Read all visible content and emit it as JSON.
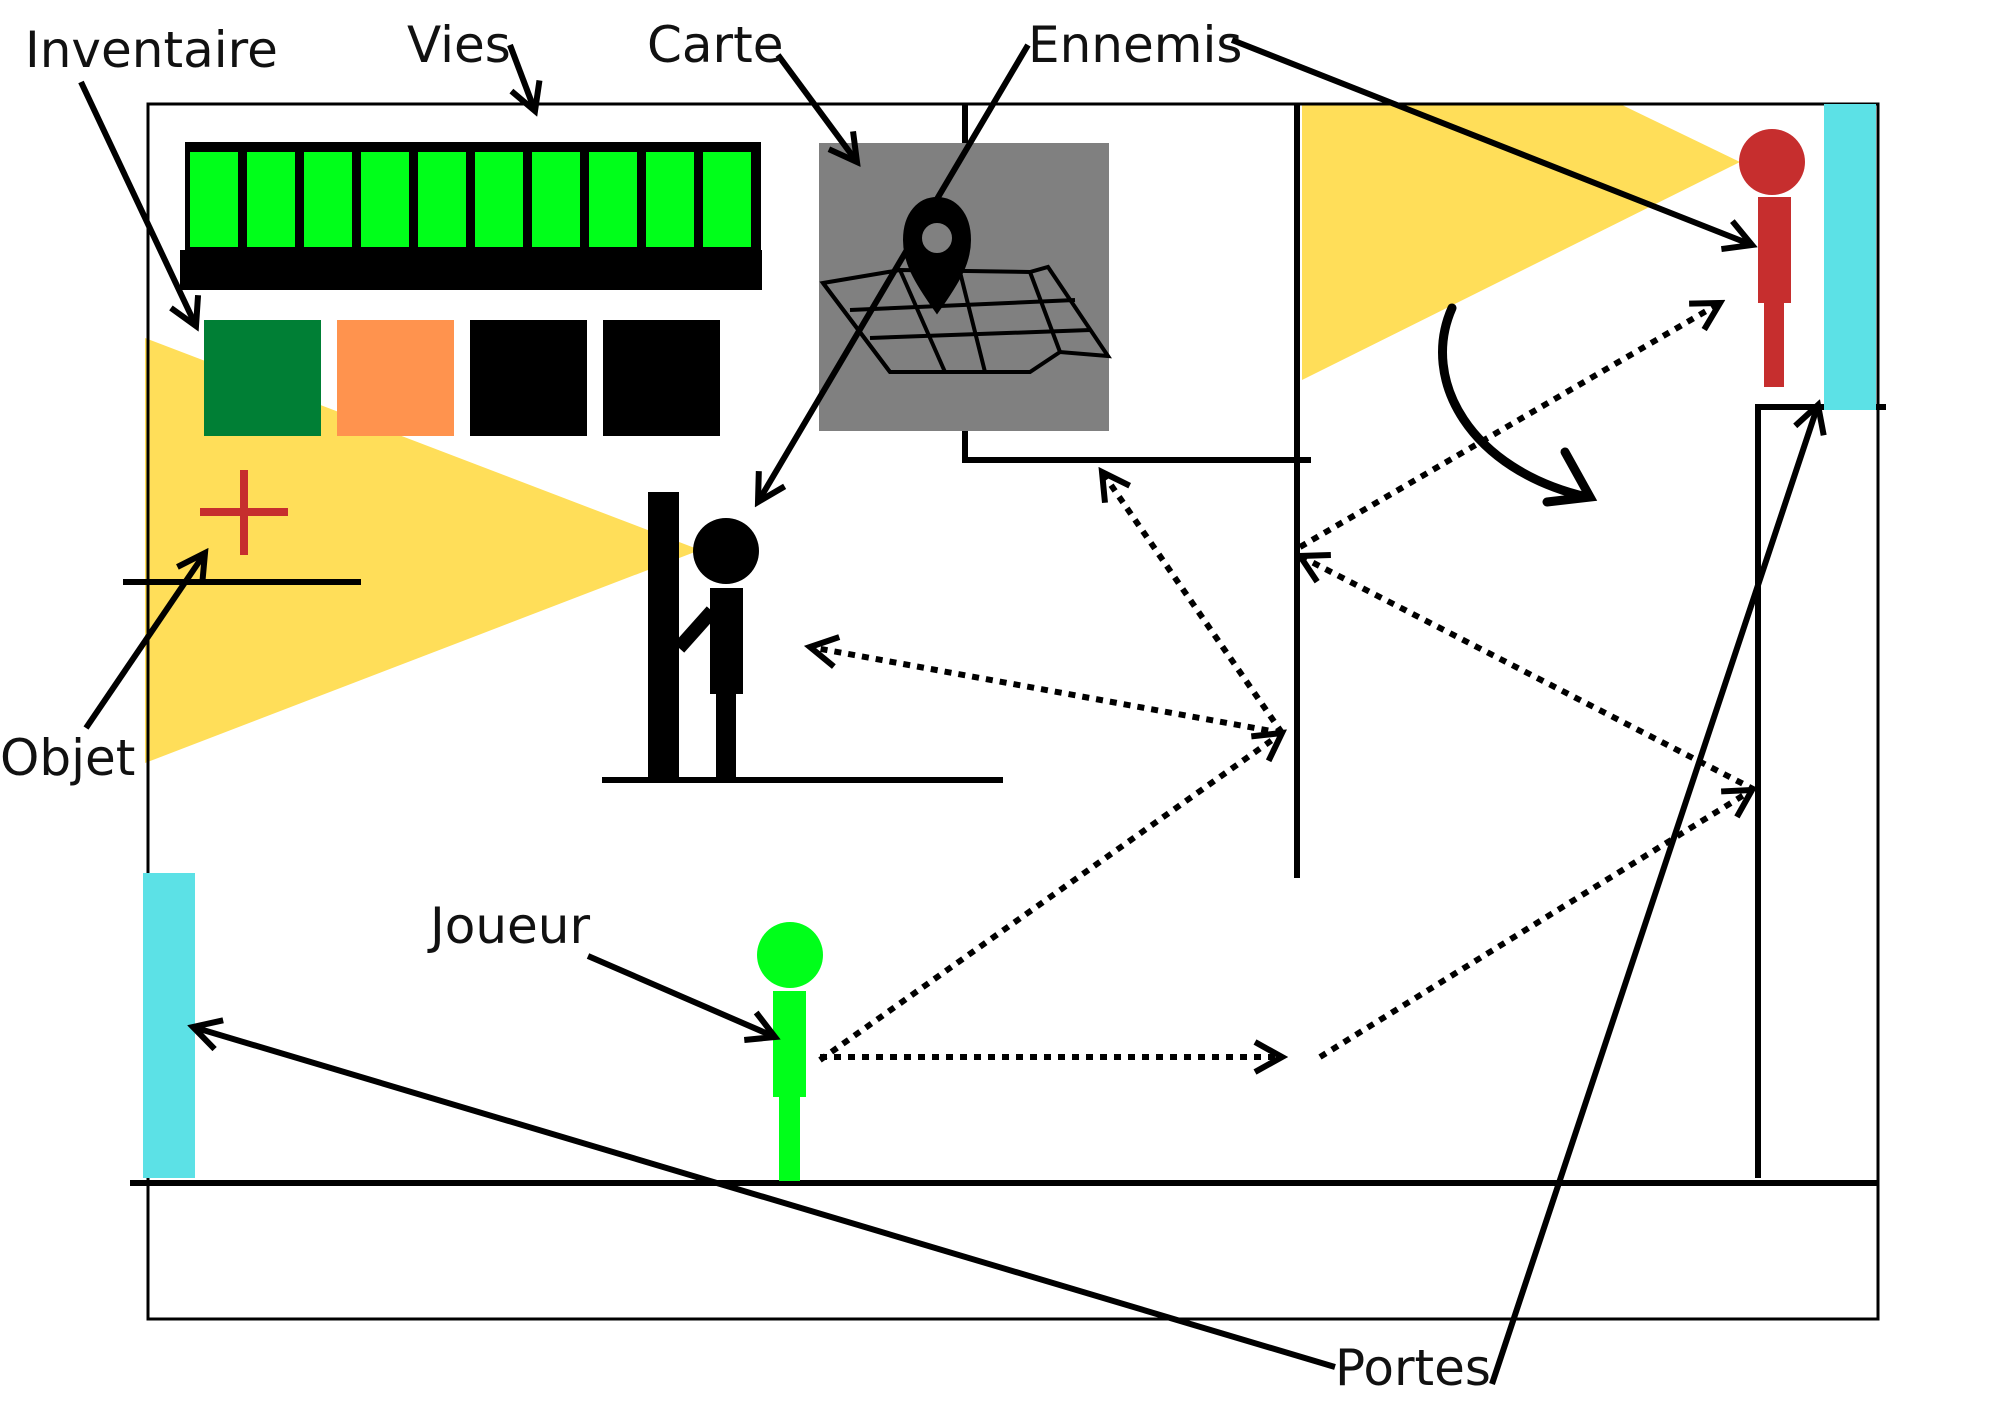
{
  "labels": {
    "inventaire": "Inventaire",
    "vies": "Vies",
    "carte": "Carte",
    "ennemis": "Ennemis",
    "objet": "Objet",
    "joueur": "Joueur",
    "portes": "Portes"
  },
  "health": {
    "segments_total": 10,
    "segments_filled": 10
  },
  "inventory": {
    "slots": [
      {
        "color": "#007f35",
        "filled": true
      },
      {
        "color": "#ff934e",
        "filled": true
      },
      {
        "color": "#000000",
        "filled": false
      },
      {
        "color": "#000000",
        "filled": false
      }
    ]
  },
  "icons": {
    "map": "map-with-pin-icon",
    "item": "plus-icon",
    "turn": "curved-arrow-icon"
  },
  "colors": {
    "player": "#00ff1a",
    "enemy_red": "#c62e2e",
    "enemy_black": "#000000",
    "door": "#5ce1e6",
    "vision_cone": "#ffde59",
    "health": "#00ff1a",
    "map_bg": "#808080",
    "item": "#c62e2e"
  }
}
